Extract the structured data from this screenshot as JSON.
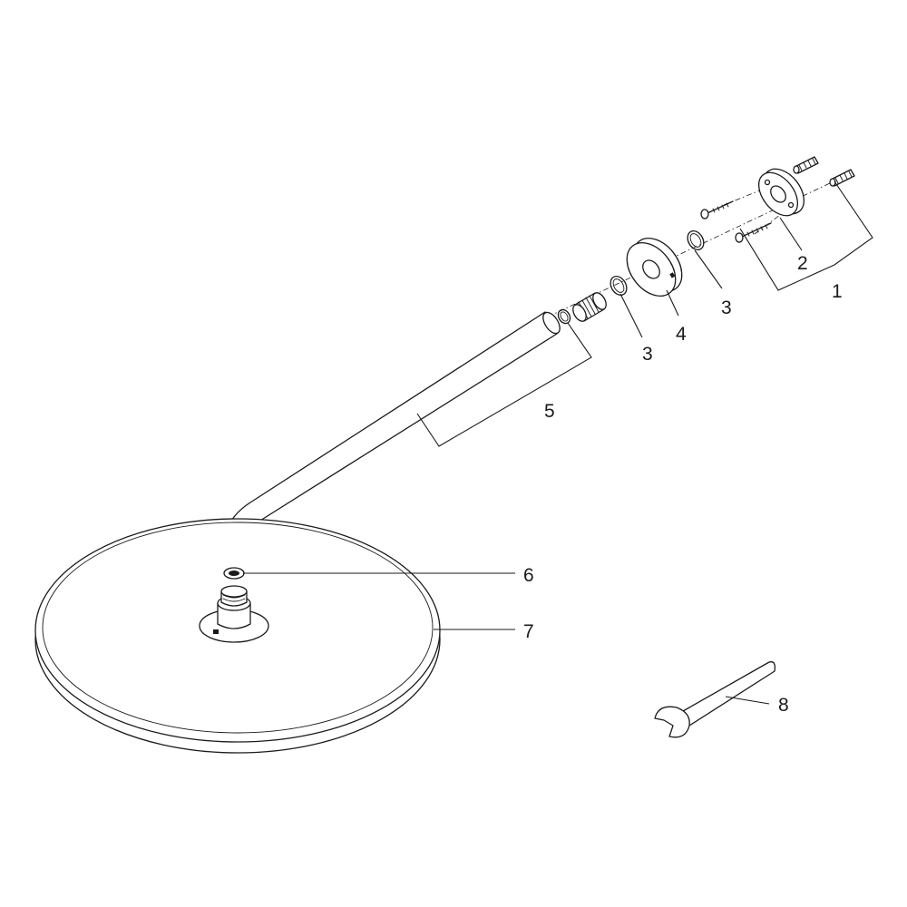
{
  "diagram": {
    "callouts": [
      {
        "id": "c1",
        "label": "1"
      },
      {
        "id": "c2",
        "label": "2"
      },
      {
        "id": "c3a",
        "label": "3"
      },
      {
        "id": "c3b",
        "label": "3"
      },
      {
        "id": "c4",
        "label": "4"
      },
      {
        "id": "c5",
        "label": "5"
      },
      {
        "id": "c6",
        "label": "6"
      },
      {
        "id": "c7",
        "label": "7"
      },
      {
        "id": "c8",
        "label": "8"
      }
    ]
  }
}
